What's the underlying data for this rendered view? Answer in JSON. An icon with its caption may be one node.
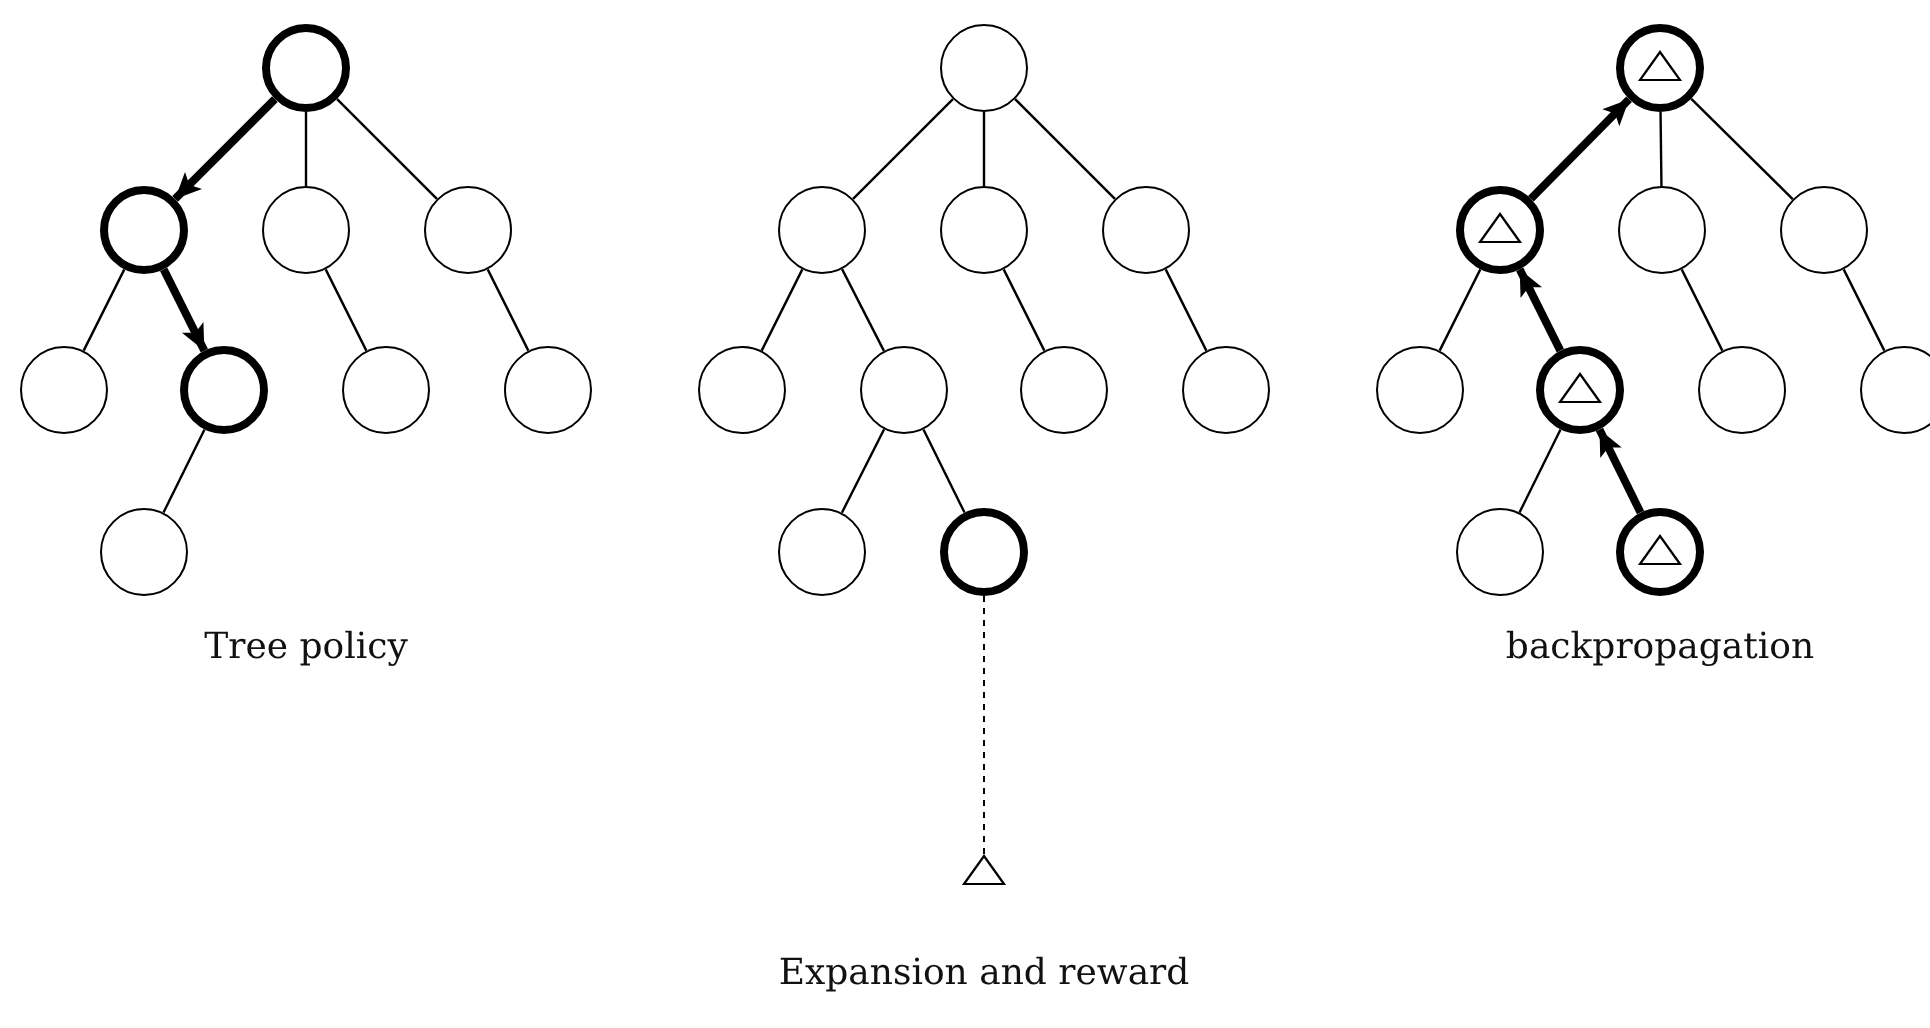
{
  "diagram": {
    "nodes": [
      {
        "text": [],
        "shape": "circle"
      },
      {
        "text": [],
        "shape": "circle"
      },
      {
        "text": [],
        "shape": "circle"
      },
      {
        "text": [],
        "shape": "circle"
      },
      {
        "text": [],
        "shape": "circle"
      },
      {
        "text": [],
        "shape": "circle"
      },
      {
        "text": [],
        "shape": "circle"
      },
      {
        "text": [],
        "shape": "circle"
      },
      {
        "text": [],
        "shape": "circle"
      },
      {
        "text": [],
        "shape": "circle"
      },
      {
        "text": [],
        "shape": "circle"
      },
      {
        "text": [],
        "shape": "circle"
      },
      {
        "text": [],
        "shape": "circle"
      },
      {
        "text": [],
        "shape": "circle"
      },
      {
        "text": [],
        "shape": "circle"
      },
      {
        "text": [],
        "shape": "circle"
      },
      {
        "text": [],
        "shape": "circle"
      },
      {
        "text": [],
        "shape": "circle"
      },
      {
        "text": [],
        "shape": "circle"
      },
      {
        "text": [],
        "shape": "triangle"
      },
      {
        "text": [],
        "shape": "circle"
      },
      {
        "text": [],
        "shape": "triangle",
        "in": 20
      },
      {
        "text": [],
        "shape": "circle"
      },
      {
        "text": [],
        "shape": "triangle",
        "in": 22
      },
      {
        "text": [],
        "shape": "circle"
      },
      {
        "text": [],
        "shape": "circle"
      },
      {
        "text": [],
        "shape": "circle"
      },
      {
        "text": [],
        "shape": "circle"
      },
      {
        "text": [],
        "shape": "triangle",
        "in": 27
      },
      {
        "text": [],
        "shape": "circle"
      },
      {
        "text": [],
        "shape": "circle"
      },
      {
        "text": [],
        "shape": "circle"
      },
      {
        "text": [],
        "shape": "circle"
      },
      {
        "text": [],
        "shape": "triangle",
        "in": 32
      }
    ],
    "edges": [
      {
        "from": 0,
        "to": 1,
        "arrow": "to",
        "style": "thick"
      },
      {
        "from": 0,
        "to": 2,
        "arrow": "none"
      },
      {
        "from": 0,
        "to": 3,
        "arrow": "none"
      },
      {
        "from": 1,
        "to": 4,
        "arrow": "none"
      },
      {
        "from": 1,
        "to": 5,
        "arrow": "to",
        "style": "thick"
      },
      {
        "from": 2,
        "to": 6,
        "arrow": "none"
      },
      {
        "from": 3,
        "to": 7,
        "arrow": "none"
      },
      {
        "from": 5,
        "to": 8,
        "arrow": "none"
      },
      {
        "from": 9,
        "to": 10,
        "arrow": "none"
      },
      {
        "from": 9,
        "to": 11,
        "arrow": "none"
      },
      {
        "from": 9,
        "to": 12,
        "arrow": "none"
      },
      {
        "from": 10,
        "to": 13,
        "arrow": "none"
      },
      {
        "from": 10,
        "to": 14,
        "arrow": "none"
      },
      {
        "from": 11,
        "to": 15,
        "arrow": "none"
      },
      {
        "from": 12,
        "to": 16,
        "arrow": "none"
      },
      {
        "from": 14,
        "to": 17,
        "arrow": "none"
      },
      {
        "from": 14,
        "to": 18,
        "arrow": "none"
      },
      {
        "from": 18,
        "to": 19,
        "arrow": "none",
        "style": "dashed"
      },
      {
        "from": 20,
        "to": 24,
        "arrow": "none"
      },
      {
        "from": 20,
        "to": 25,
        "arrow": "none"
      },
      {
        "from": 22,
        "to": 20,
        "arrow": "to",
        "style": "thick"
      },
      {
        "from": 22,
        "to": 26,
        "arrow": "none"
      },
      {
        "from": 27,
        "to": 22,
        "arrow": "to",
        "style": "thick"
      },
      {
        "from": 24,
        "to": 29,
        "arrow": "none"
      },
      {
        "from": 25,
        "to": 30,
        "arrow": "none"
      },
      {
        "from": 27,
        "to": 31,
        "arrow": "none"
      },
      {
        "from": 32,
        "to": 27,
        "arrow": "to",
        "style": "thick"
      }
    ],
    "labels": [
      "Tree policy",
      "backpropagation",
      "Expansion and reward"
    ]
  }
}
